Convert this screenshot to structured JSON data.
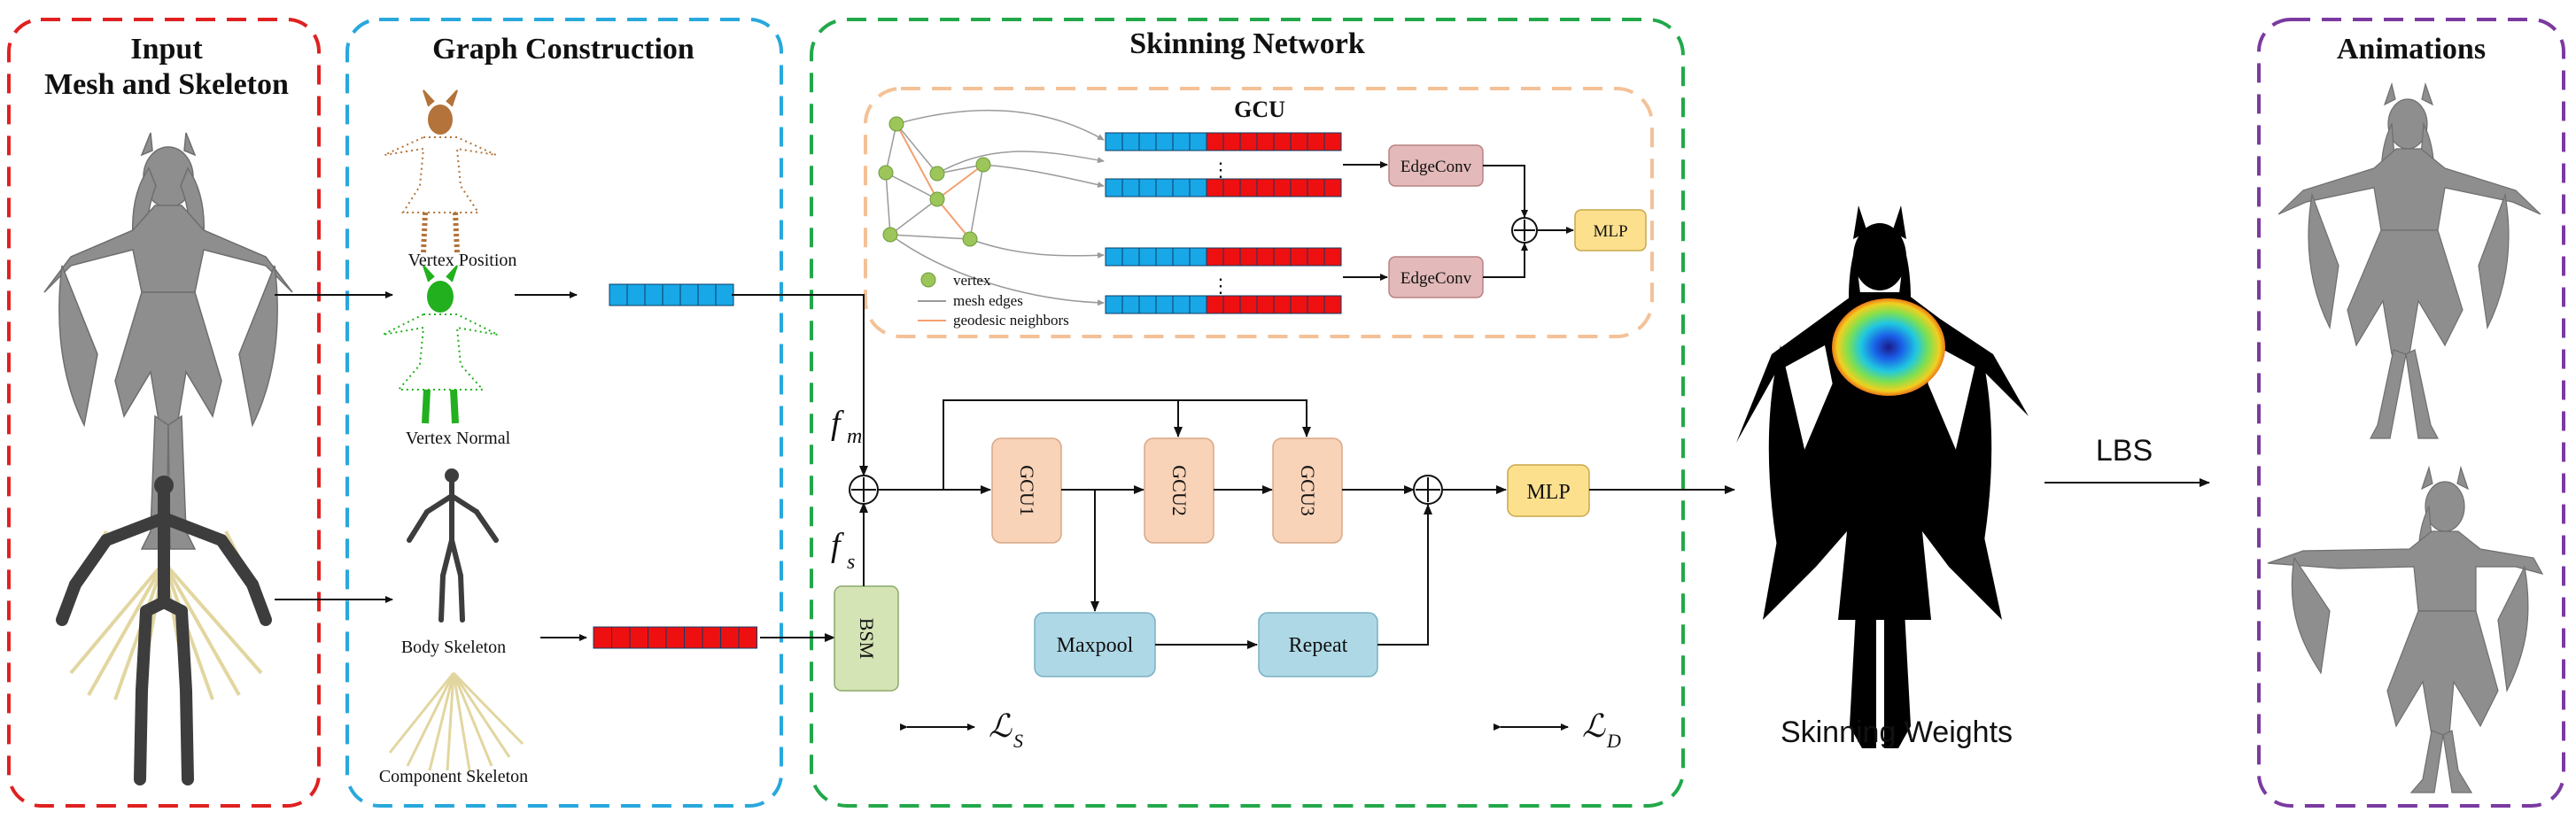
{
  "colors": {
    "input_border": "#e02020",
    "graph_border": "#28a8dc",
    "skinning_border": "#22a84a",
    "gcu_border": "#f4c197",
    "animations_border": "#7b3aa0",
    "blue_cell": "#18a8e8",
    "red_cell": "#ee1010",
    "gcu_block": "#f8d3b8",
    "edgeconv_block": "#e3b9b9",
    "mlp_block": "#fde08e",
    "pool_block": "#aed8e6",
    "bsm_block": "#d5e4b5",
    "vertex_node": "#9cc65a",
    "mesh_gray": "#8e8e8e",
    "skeleton_dark": "#3d3d3d",
    "bone_yellow": "#e2d6a0",
    "vertex_pos_orange": "#b3733a",
    "vertex_normal_green": "#22b01e"
  },
  "panels": {
    "input": {
      "title_line1": "Input",
      "title_line2": "Mesh and Skeleton"
    },
    "graph": {
      "title": "Graph Construction",
      "vertex_position": "Vertex Position",
      "vertex_normal": "Vertex Normal",
      "body_skeleton": "Body Skeleton",
      "component_skeleton": "Component Skeleton"
    },
    "skinning": {
      "title": "Skinning Network"
    },
    "animations": {
      "title": "Animations"
    }
  },
  "gcu_panel": {
    "title": "GCU",
    "edgeconv": "EdgeConv",
    "mlp": "MLP",
    "ellipsis": "⋮",
    "legend_vertex": "vertex",
    "legend_mesh_edges": "mesh edges",
    "legend_geodesic": "geodesic neighbors"
  },
  "network": {
    "gcu1": "GCU1",
    "gcu2": "GCU2",
    "gcu3": "GCU3",
    "mlp": "MLP",
    "maxpool": "Maxpool",
    "repeat": "Repeat",
    "bsm": "BSM",
    "fm_base": "f",
    "fm_sub": "m",
    "fs_base": "f",
    "fs_sub": "s",
    "loss_s_base": "ℒ",
    "loss_s_sub": "S",
    "loss_d_base": "ℒ",
    "loss_d_sub": "D"
  },
  "output": {
    "skinning_weights": "Skinning Weights",
    "lbs": "LBS"
  },
  "icons": {
    "plus_circle": "circle-plus-icon",
    "double_arrow": "double-arrow-icon"
  }
}
